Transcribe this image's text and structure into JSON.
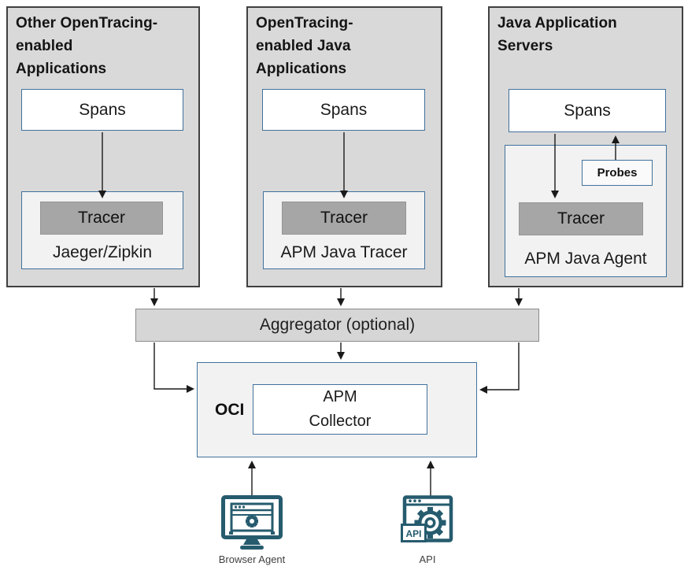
{
  "panels": [
    {
      "title": "Other OpenTracing-\nenabled\nApplications",
      "spans_label": "Spans",
      "tracer_label": "Tracer",
      "product_label": "Jaeger/Zipkin"
    },
    {
      "title": "OpenTracing-\nenabled Java\nApplications",
      "spans_label": "Spans",
      "tracer_label": "Tracer",
      "product_label": "APM Java Tracer"
    },
    {
      "title": "Java Application\nServers",
      "spans_label": "Spans",
      "tracer_label": "Tracer",
      "product_label": "APM Java Agent",
      "probes_label": "Probes"
    }
  ],
  "aggregator": {
    "label": "Aggregator (optional)"
  },
  "oci": {
    "label": "OCI",
    "collector_label": "APM\nCollector"
  },
  "sources": {
    "browser_agent": {
      "label": "Browser Agent",
      "icon": "browser-agent-icon"
    },
    "api": {
      "label": "API",
      "badge_label": "API",
      "icon": "api-icon"
    }
  },
  "colors": {
    "panel_fill": "#d9d9d9",
    "panel_border": "#404040",
    "box_border_blue": "#41719c",
    "tracer_fill": "#a6a6a6",
    "container_fill": "#f2f2f2",
    "aggregator_fill": "#d6d6d6",
    "icon_teal": "#265b6e",
    "arrow": "#1a1a1a"
  }
}
